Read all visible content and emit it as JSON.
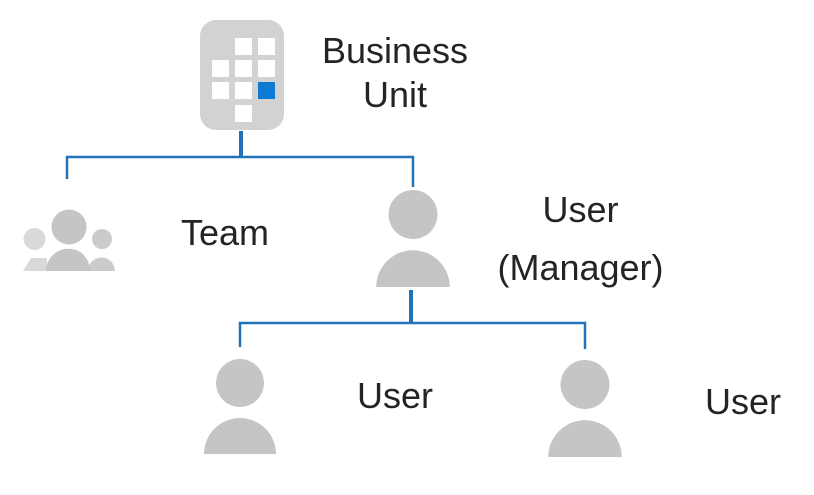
{
  "diagram": {
    "type": "org-hierarchy",
    "colors": {
      "bg": "#ffffff",
      "text": "#242424",
      "connector": "#2272b9",
      "accent_blue": "#0d7ad4",
      "icon_gray": "#d2d2d2",
      "icon_gray_dark": "#c5c5c5",
      "icon_gray_light": "#d9d9d9"
    },
    "nodes": {
      "business_unit": {
        "icon": "building-icon",
        "label": "Business Unit",
        "label_lines": [
          "Business",
          "Unit"
        ]
      },
      "team": {
        "icon": "team-icon",
        "label": "Team"
      },
      "manager": {
        "icon": "person-icon",
        "label": "User (Manager)",
        "label_lines": [
          "User",
          "(Manager)"
        ]
      },
      "user_left": {
        "icon": "person-icon",
        "label": "User"
      },
      "user_right": {
        "icon": "person-icon",
        "label": "User"
      }
    },
    "edges": [
      {
        "from": "business_unit",
        "to": "team"
      },
      {
        "from": "business_unit",
        "to": "manager"
      },
      {
        "from": "manager",
        "to": "user_left"
      },
      {
        "from": "manager",
        "to": "user_right"
      }
    ]
  }
}
